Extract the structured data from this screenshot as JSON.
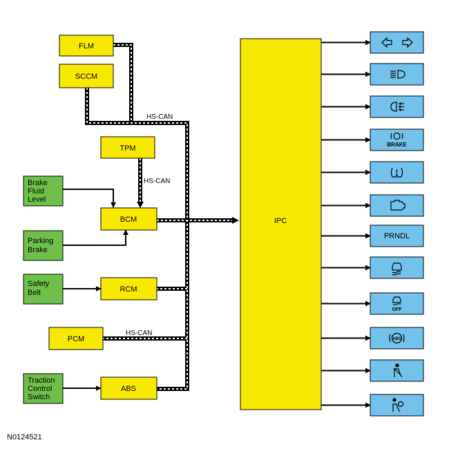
{
  "modules": {
    "flm": "FLM",
    "sccm": "SCCM",
    "tpm": "TPM",
    "bcm": "BCM",
    "rcm": "RCM",
    "pcm": "PCM",
    "abs": "ABS",
    "ipc": "IPC"
  },
  "inputs": {
    "brake_fluid": [
      "Brake",
      "Fluid",
      "Level"
    ],
    "parking_brake": [
      "Parking",
      "Brake"
    ],
    "safety_belt": [
      "Safety",
      "Belt"
    ],
    "traction_control": [
      "Traction",
      "Control",
      "Switch"
    ]
  },
  "network_labels": {
    "top": "HS-CAN",
    "tpm_bcm": "HS-CAN",
    "pcm": "HS-CAN"
  },
  "indicators": [
    {
      "icon": "turn-signal-icon"
    },
    {
      "icon": "high-beam-icon"
    },
    {
      "icon": "fog-lamp-icon"
    },
    {
      "icon": "brake-warning-icon",
      "text": "BRAKE"
    },
    {
      "icon": "tire-pressure-icon"
    },
    {
      "icon": "check-engine-icon"
    },
    {
      "icon": "prndl-text",
      "text": "PRNDL"
    },
    {
      "icon": "traction-control-icon"
    },
    {
      "icon": "traction-control-off-icon",
      "text": "OFF"
    },
    {
      "icon": "abs-warning-icon",
      "text": "ABS"
    },
    {
      "icon": "seatbelt-icon"
    },
    {
      "icon": "airbag-icon"
    }
  ],
  "colors": {
    "module": "#f7ea00",
    "input": "#6fc04a",
    "indicator": "#73c2ec"
  },
  "figure_id": "N0124521"
}
